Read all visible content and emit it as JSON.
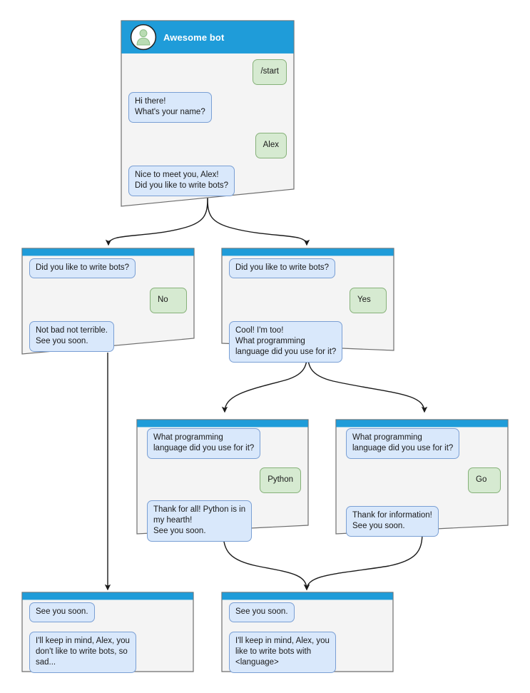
{
  "diagram": {
    "type": "bot-conversation-flowchart",
    "colors": {
      "header_blue": "#1f9cd9",
      "node_body": "#f4f4f4",
      "node_border": "#6e6e6e",
      "bot_bubble_bg": "#d9e8fb",
      "bot_bubble_border": "#7a9fd4",
      "user_bubble_bg": "#d6ead1",
      "user_bubble_border": "#86b179",
      "edge": "#1a1a1a",
      "avatar_person": "#a9d6a4"
    },
    "avatar_icon": "user-avatar-icon"
  },
  "nodes": [
    {
      "id": "root",
      "title": "Awesome bot",
      "has_header_title": true,
      "messages": [
        {
          "side": "user",
          "text": "/start"
        },
        {
          "side": "bot",
          "text": "Hi there!\nWhat's your name?"
        },
        {
          "side": "user",
          "text": "Alex"
        },
        {
          "side": "bot",
          "text": "Nice to meet you, Alex!\nDid you like to write bots?"
        }
      ]
    },
    {
      "id": "no-branch",
      "title": "",
      "has_header_title": false,
      "messages": [
        {
          "side": "bot",
          "text": "Did you like to write bots?"
        },
        {
          "side": "user",
          "text": "No"
        },
        {
          "side": "bot",
          "text": "Not bad not terrible.\nSee you soon."
        }
      ]
    },
    {
      "id": "yes-branch",
      "title": "",
      "has_header_title": false,
      "messages": [
        {
          "side": "bot",
          "text": "Did you like to write bots?"
        },
        {
          "side": "user",
          "text": "Yes"
        },
        {
          "side": "bot",
          "text": "Cool! I'm too!\nWhat programming\nlanguage did you use for it?"
        }
      ]
    },
    {
      "id": "python-branch",
      "title": "",
      "has_header_title": false,
      "messages": [
        {
          "side": "bot",
          "text": "What programming\nlanguage did you use for it?"
        },
        {
          "side": "user",
          "text": "Python"
        },
        {
          "side": "bot",
          "text": "Thank for all! Python is in\nmy hearth!\nSee you soon."
        }
      ]
    },
    {
      "id": "go-branch",
      "title": "",
      "has_header_title": false,
      "messages": [
        {
          "side": "bot",
          "text": "What programming\nlanguage did you use for it?"
        },
        {
          "side": "user",
          "text": "Go"
        },
        {
          "side": "bot",
          "text": "Thank for information!\nSee you soon."
        }
      ]
    },
    {
      "id": "end-no",
      "title": "",
      "has_header_title": false,
      "messages": [
        {
          "side": "bot",
          "text": "See you soon."
        },
        {
          "side": "bot",
          "text": "I'll keep in mind, Alex, you\ndon't like to write bots, so\nsad..."
        }
      ]
    },
    {
      "id": "end-yes",
      "title": "",
      "has_header_title": false,
      "messages": [
        {
          "side": "bot",
          "text": "See you soon."
        },
        {
          "side": "bot",
          "text": "I'll keep in mind, Alex, you\nlike to write bots with\n<language>"
        }
      ]
    }
  ],
  "edges": [
    {
      "from": "root",
      "to": "no-branch"
    },
    {
      "from": "root",
      "to": "yes-branch"
    },
    {
      "from": "no-branch",
      "to": "end-no"
    },
    {
      "from": "yes-branch",
      "to": "python-branch"
    },
    {
      "from": "yes-branch",
      "to": "go-branch"
    },
    {
      "from": "python-branch",
      "to": "end-yes"
    },
    {
      "from": "go-branch",
      "to": "end-yes"
    }
  ]
}
